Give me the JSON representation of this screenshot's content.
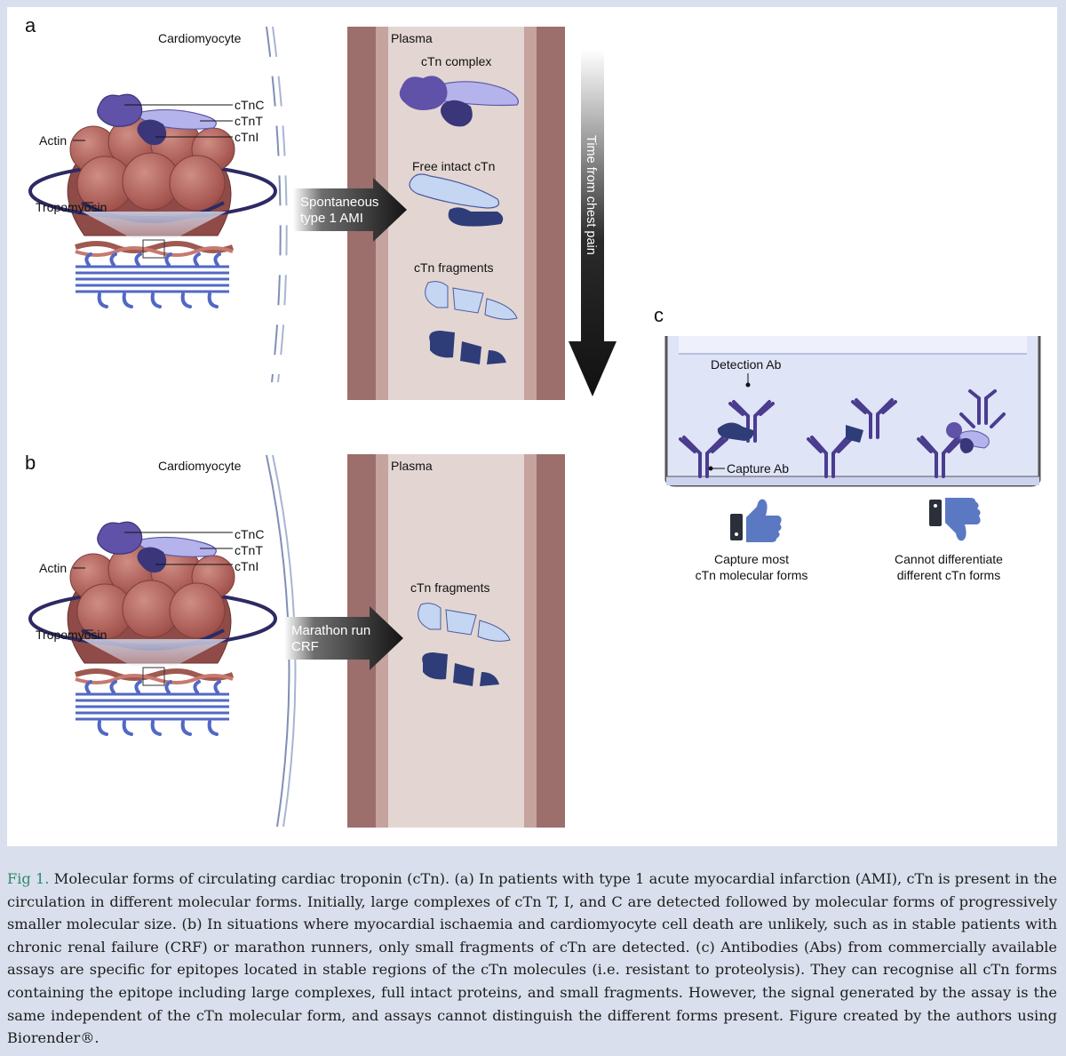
{
  "panels": {
    "a": {
      "letter": "a",
      "cell_label": "Cardiomyocyte",
      "plasma_label": "Plasma",
      "labels": {
        "ctnc": "cTnC",
        "ctnt": "cTnT",
        "ctni": "cTnI",
        "actin": "Actin",
        "tropomyosin": "Tropomyosin"
      },
      "arrow_text": [
        "Spontaneous",
        "type 1 AMI"
      ],
      "forms": {
        "complex": "cTn complex",
        "free": "Free intact cTn",
        "fragments": "cTn fragments"
      },
      "time_arrow": "Time from chest pain"
    },
    "b": {
      "letter": "b",
      "cell_label": "Cardiomyocyte",
      "plasma_label": "Plasma",
      "labels": {
        "ctnc": "cTnC",
        "ctnt": "cTnT",
        "ctni": "cTnI",
        "actin": "Actin",
        "tropomyosin": "Tropomyosin"
      },
      "arrow_text": [
        "Marathon run",
        "CRF"
      ],
      "forms": {
        "fragments": "cTn fragments"
      }
    },
    "c": {
      "letter": "c",
      "detection_label": "Detection Ab",
      "capture_label": "Capture Ab",
      "pro_text": [
        "Capture most",
        "cTn molecular forms"
      ],
      "con_text": [
        "Cannot differentiate",
        "different cTn forms"
      ],
      "pro_icon": "thumbs-up-icon",
      "con_icon": "thumbs-down-icon"
    }
  },
  "caption": {
    "label": "Fig 1.",
    "text": " Molecular forms of circulating cardiac troponin (cTn). (a) In patients with type 1 acute myocardial infarction (AMI), cTn is present in the circulation in different molecular forms. Initially, large complexes of cTn T, I, and C are detected followed by molecular forms of progressively smaller molecular size. (b) In situations where myocardial ischaemia and cardiomyocyte cell death are unlikely, such as in stable patients with chronic renal failure (CRF) or marathon runners, only small fragments of cTn are detected. (c) Antibodies (Abs) from commercially available assays are specific for epitopes located in stable regions of the cTn molecules (i.e. resistant to proteolysis). They can recognise all cTn forms containing the epitope including large complexes, full intact proteins, and small fragments. However, the signal generated by the assay is the same independent of the cTn molecular form, and assays cannot distinguish the different forms present. Figure created by the authors using Biorender®."
  },
  "colors": {
    "muscle": "#a5514a",
    "muscle_light": "#c77a70",
    "vessel_wall": "#9c6e6c",
    "vessel_inner": "#c5a39f",
    "plasma": "#e3d6d2",
    "ctnc": "#6052a8",
    "ctnt": "#b4b3ec",
    "ctni": "#3a3679",
    "free_light": "#c5d6f2",
    "dark_blue": "#2e3c78",
    "filament": "#5268c5",
    "well": "#dfe4f7",
    "antibody": "#4a3c8e",
    "thumb": "#5b79c3"
  }
}
